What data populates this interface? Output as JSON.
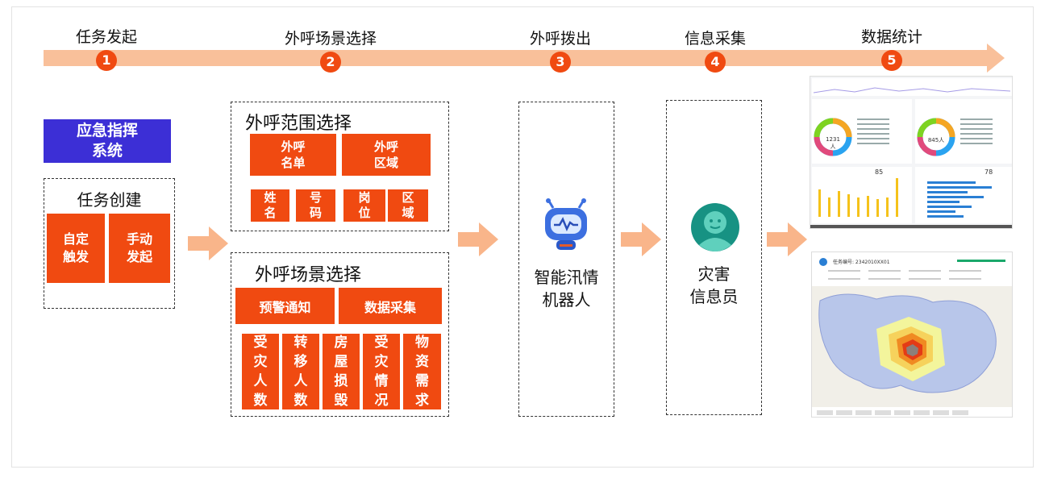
{
  "steps": [
    {
      "label": "任务发起",
      "num": "1"
    },
    {
      "label": "外呼场景选择",
      "num": "2"
    },
    {
      "label": "外呼拨出",
      "num": "3"
    },
    {
      "label": "信息采集",
      "num": "4"
    },
    {
      "label": "数据统计",
      "num": "5"
    }
  ],
  "system": {
    "title": "应急指挥系统"
  },
  "task": {
    "title": "任务创建",
    "items": [
      "自定触发",
      "手动发起"
    ]
  },
  "range": {
    "title": "外呼范围选择",
    "top": [
      "外呼名单",
      "外呼区域"
    ],
    "bottom": [
      "姓名",
      "号码",
      "岗位",
      "区域"
    ]
  },
  "scene": {
    "title": "外呼场景选择",
    "top": [
      "预警通知",
      "数据采集"
    ],
    "bottom": [
      "受灾人数",
      "转移人数",
      "房屋损毁",
      "受灾情况",
      "物资需求"
    ]
  },
  "robot": {
    "label_line1": "智能汛情",
    "label_line2": "机器人"
  },
  "collector": {
    "label_line1": "灾害",
    "label_line2": "信息员"
  },
  "dashboard": {
    "donut1": "1231人",
    "donut2": "845人",
    "stat1": "85",
    "stat2": "78"
  },
  "map": {
    "header": "任务编号: 2342010XX01"
  },
  "colors": {
    "accent": "#f04a11",
    "arrow": "#f9c09a",
    "system_blue": "#3c2fd6"
  }
}
